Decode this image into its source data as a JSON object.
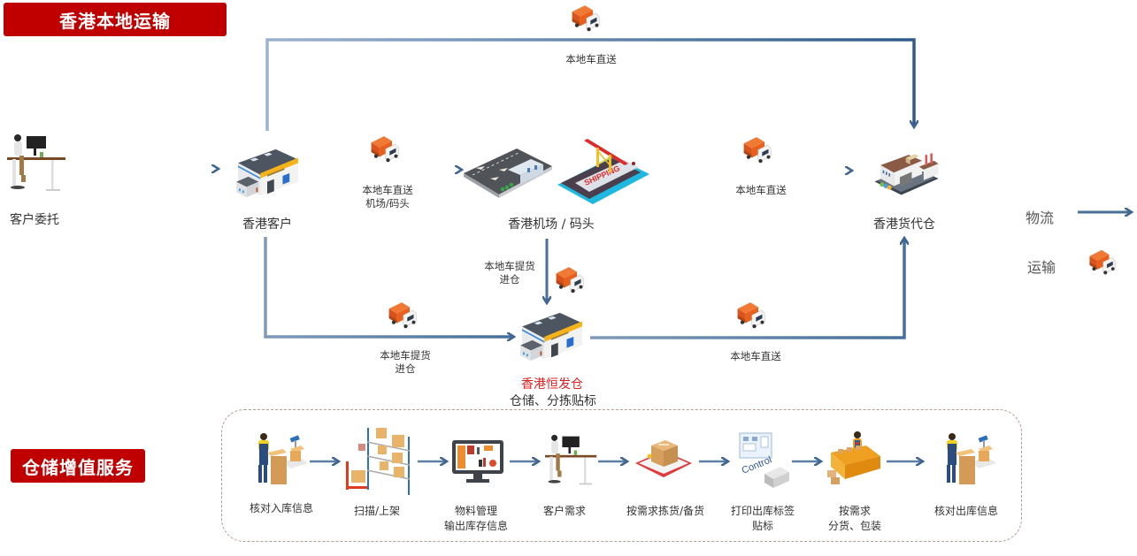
{
  "sections": {
    "local_transport_title": "香港本地运输",
    "warehouse_services_title": "仓储增值服务"
  },
  "nodes": {
    "customer_entrust": "客户委托",
    "hk_customer": "香港客户",
    "hk_airport_pier": "香港机场 / 码头",
    "hk_forwarder_warehouse": "香港货代仓",
    "hk_hengfa_warehouse": "香港恒发仓",
    "hk_hengfa_warehouse_sub": "仓储、分拣贴标"
  },
  "routes": {
    "top_direct": "本地车直送",
    "customer_to_airport_line1": "本地车直送",
    "customer_to_airport_line2": "机场/码头",
    "airport_to_forwarder": "本地车直送",
    "airport_to_hengfa_line1": "本地车提货",
    "airport_to_hengfa_line2": "进仓",
    "customer_to_hengfa_line1": "本地车提货",
    "customer_to_hengfa_line2": "进仓",
    "hengfa_to_forwarder": "本地车直送"
  },
  "legend": {
    "logistics": "物流",
    "transport": "运输"
  },
  "services": [
    {
      "line1": "核对入库信息",
      "line2": "",
      "icon": "worker-scale-icon"
    },
    {
      "line1": "扫描/上架",
      "line2": "",
      "icon": "shelf-forklift-icon"
    },
    {
      "line1": "物料管理",
      "line2": "输出库存信息",
      "icon": "monitor-dashboard-icon"
    },
    {
      "line1": "客户需求",
      "line2": "",
      "icon": "desk-person-icon"
    },
    {
      "line1": "按需求拣货/备货",
      "line2": "",
      "icon": "package-picking-icon"
    },
    {
      "line1": "打印出库标签",
      "line2": "贴标",
      "icon": "label-printer-icon",
      "icon_text": "Control"
    },
    {
      "line1": "按需求",
      "line2": "分货、包装",
      "icon": "conveyor-packing-icon"
    },
    {
      "line1": "核对出库信息",
      "line2": "",
      "icon": "worker-scale-icon"
    }
  ],
  "colors": {
    "badge_red": "#c00000",
    "arrow_blue": "#4a6f96",
    "hengfa_red": "#e02020",
    "truck_orange": "#e8601c",
    "dashed_border": "#b99a92"
  }
}
